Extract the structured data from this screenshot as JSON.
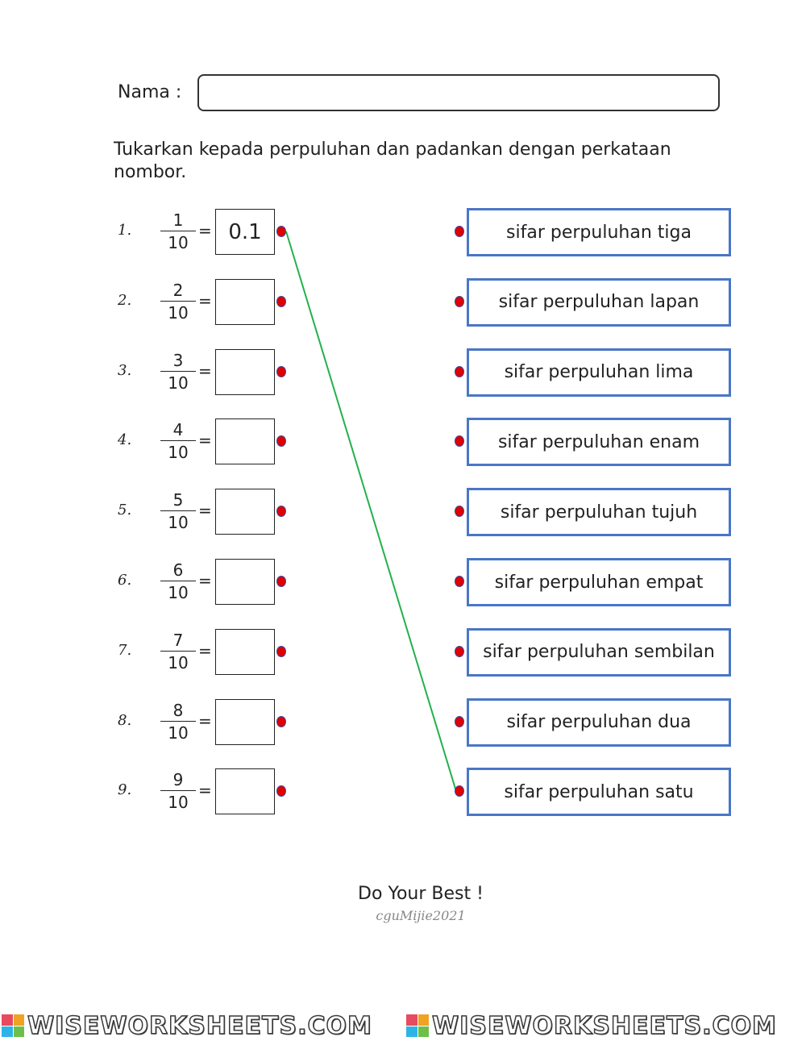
{
  "header": {
    "name_label": "Nama :",
    "name_value": ""
  },
  "instruction": "Tukarkan kepada perpuluhan dan padankan dengan perkataan nombor.",
  "questions": [
    {
      "num": "1.",
      "numerator": "1",
      "denominator": "10",
      "eq": "=",
      "answer": "0.1"
    },
    {
      "num": "2.",
      "numerator": "2",
      "denominator": "10",
      "eq": "=",
      "answer": ""
    },
    {
      "num": "3.",
      "numerator": "3",
      "denominator": "10",
      "eq": "=",
      "answer": ""
    },
    {
      "num": "4.",
      "numerator": "4",
      "denominator": "10",
      "eq": "=",
      "answer": ""
    },
    {
      "num": "5.",
      "numerator": "5",
      "denominator": "10",
      "eq": "=",
      "answer": ""
    },
    {
      "num": "6.",
      "numerator": "6",
      "denominator": "10",
      "eq": "=",
      "answer": ""
    },
    {
      "num": "7.",
      "numerator": "7",
      "denominator": "10",
      "eq": "=",
      "answer": ""
    },
    {
      "num": "8.",
      "numerator": "8",
      "denominator": "10",
      "eq": "=",
      "answer": ""
    },
    {
      "num": "9.",
      "numerator": "9",
      "denominator": "10",
      "eq": "=",
      "answer": ""
    }
  ],
  "words": [
    "sifar perpuluhan tiga",
    "sifar perpuluhan lapan",
    "sifar perpuluhan lima",
    "sifar perpuluhan enam",
    "sifar perpuluhan tujuh",
    "sifar perpuluhan empat",
    "sifar perpuluhan sembilan",
    "sifar perpuluhan dua",
    "sifar perpuluhan satu"
  ],
  "connection": {
    "from_question": 1,
    "to_word": 9,
    "color": "#22b14c"
  },
  "colors": {
    "dot": "#e00000",
    "word_border": "#4a76c8"
  },
  "footer": {
    "motto": "Do Your Best !",
    "credit": "cguMijie2021"
  },
  "watermark": {
    "text": "WISEWORKSHEETS.COM"
  }
}
